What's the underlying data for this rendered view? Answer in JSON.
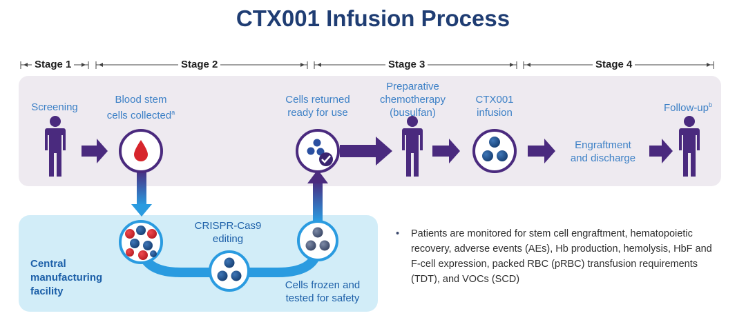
{
  "title": "CTX001 Infusion Process",
  "stages": [
    "Stage 1",
    "Stage 2",
    "Stage 3",
    "Stage 4"
  ],
  "steps": {
    "screening": "Screening",
    "blood_stem_1": "Blood stem",
    "blood_stem_2": "cells collected",
    "blood_stem_sup": "a",
    "returned_1": "Cells returned",
    "returned_2": "ready for use",
    "chemo_1": "Preparative",
    "chemo_2": "chemotherapy",
    "chemo_3": "(busulfan)",
    "infusion_1": "CTX001",
    "infusion_2": "infusion",
    "engraft_1": "Engraftment",
    "engraft_2": "and discharge",
    "followup": "Follow-up",
    "followup_sup": "b"
  },
  "facility": {
    "label_1": "Central",
    "label_2": "manufacturing",
    "label_3": "facility",
    "crispr_1": "CRISPR-Cas9",
    "crispr_2": "editing",
    "frozen_1": "Cells frozen and",
    "frozen_2": "tested for safety"
  },
  "bullet": "Patients are monitored for stem cell engraftment, hematopoietic recovery, adverse events (AEs), Hb production, hemolysis, HbF and F-cell expression, packed RBC (pRBC) transfusion requirements (TDT), and VOCs (SCD)",
  "colors": {
    "title": "#1f3d73",
    "purple": "#4a2a7e",
    "label_blue": "#3c80c6",
    "band": "#eeeaf0",
    "facility_bg": "#d2edf8",
    "red": "#d7252c",
    "cell_blue": "#1d4f8c"
  },
  "icons": [
    "person-icon",
    "blood-drop-icon",
    "cells-check-icon",
    "cell-cluster-icon",
    "arrow-right-icon",
    "arrow-down-icon",
    "arrow-up-icon"
  ]
}
